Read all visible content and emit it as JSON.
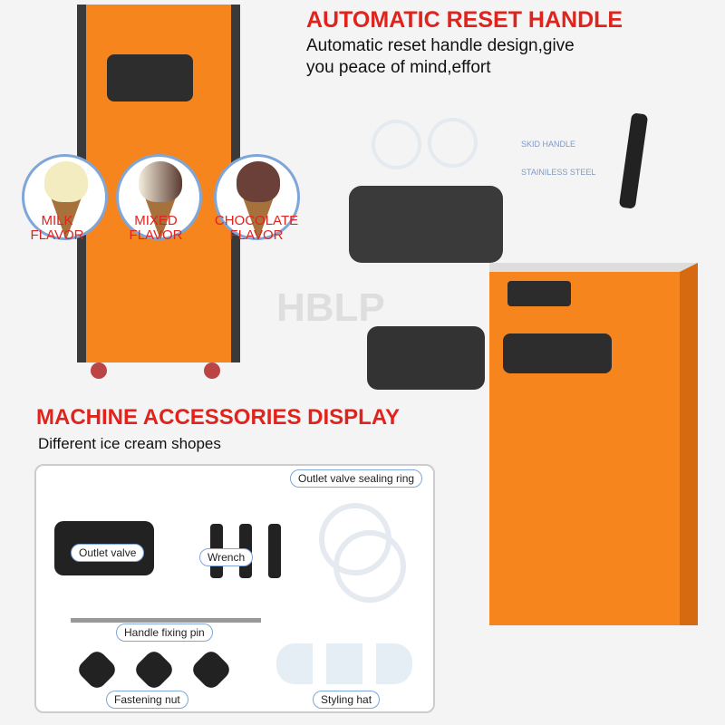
{
  "header": {
    "title": "AUTOMATIC RESET HANDLE",
    "subtitle_line1": "Automatic reset handle design,give",
    "subtitle_line2": "you peace of mind,effort"
  },
  "flavors": [
    {
      "line1": "MILK",
      "line2": "FLAVOR"
    },
    {
      "line1": "MIXED",
      "line2": "FLAVOR"
    },
    {
      "line1": "CHOCOLATE",
      "line2": "FLAVOR"
    }
  ],
  "callouts": {
    "skid_handle": "SKID HANDLE",
    "stainless_steel": "STAINILESS STEEL"
  },
  "watermark": "HBLP",
  "accessories": {
    "title": "MACHINE ACCESSORIES DISPLAY",
    "subtitle": "Different ice cream shopes",
    "labels": {
      "outlet_valve": "Outlet valve",
      "wrench": "Wrench",
      "sealing_ring": "Outlet valve sealing ring",
      "fixing_pin": "Handle fixing pin",
      "fastening_nut": "Fastening nut",
      "styling_hat": "Styling hat"
    }
  }
}
